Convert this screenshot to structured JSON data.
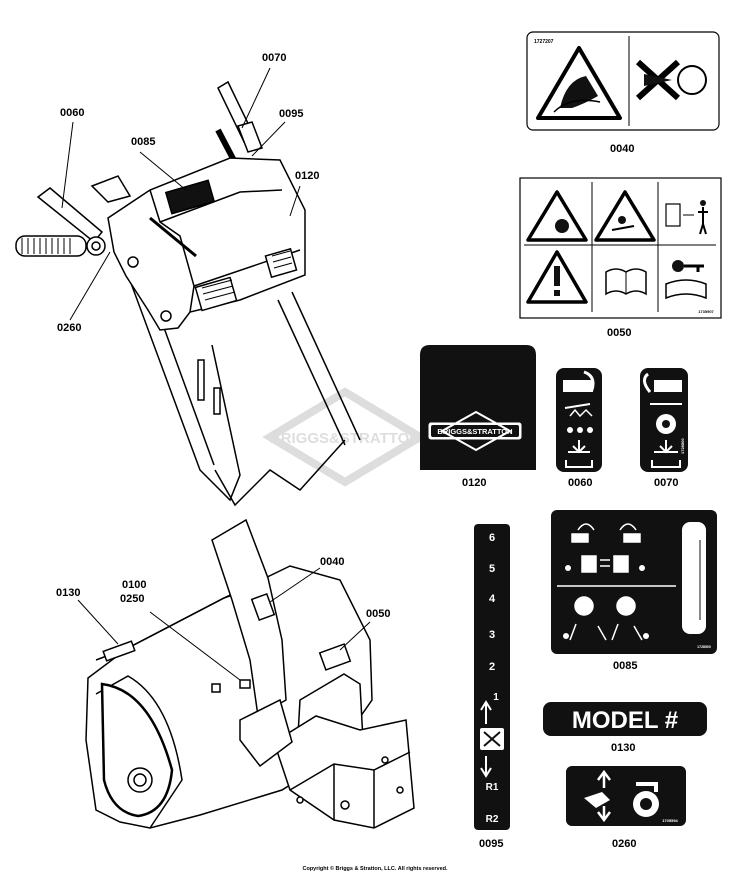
{
  "callouts": {
    "c0070": "0070",
    "c0060": "0060",
    "c0095": "0095",
    "c0085": "0085",
    "c0120": "0120",
    "c0260": "0260",
    "c0040": "0040",
    "c0130": "0130",
    "c0100": "0100",
    "c0250": "0250",
    "c0050": "0050"
  },
  "decal_labels": {
    "d0040": "0040",
    "d0050": "0050",
    "d0120": "0120",
    "d0060": "0060",
    "d0070": "0070",
    "d0085": "0085",
    "d0130": "0130",
    "d0095": "0095",
    "d0260": "0260"
  },
  "decal_text": {
    "part_1727207": "1727207",
    "part_1735907": "1735907",
    "part_1705594": "1705594",
    "part_1728500": "1728500",
    "part_1728500b": "1728500",
    "briggs_logo": "BRIGGS&STRATTON",
    "model": "MODEL #",
    "speeds": [
      "6",
      "5",
      "4",
      "3",
      "2",
      "1",
      "R1",
      "R2"
    ]
  },
  "watermark": "BRIGGS&STRATTON",
  "copyright": "Copyright © Briggs & Stratton, LLC. All rights reserved."
}
